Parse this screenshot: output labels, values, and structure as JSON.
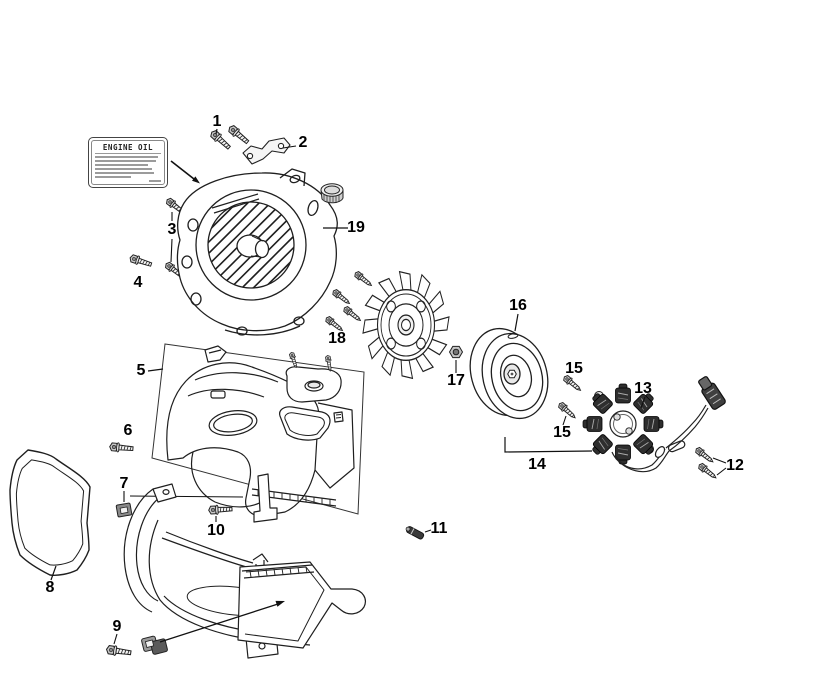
{
  "diagram_type": "exploded-parts-diagram",
  "oil_label": {
    "heading": "ENGINE OIL"
  },
  "callouts": [
    {
      "text": "1"
    },
    {
      "text": "2"
    },
    {
      "text": "3"
    },
    {
      "text": "4"
    },
    {
      "text": "5"
    },
    {
      "text": "6"
    },
    {
      "text": "7"
    },
    {
      "text": "8"
    },
    {
      "text": "9"
    },
    {
      "text": "10"
    },
    {
      "text": "11"
    },
    {
      "text": "12"
    },
    {
      "text": "13"
    },
    {
      "text": "14"
    },
    {
      "text": "15"
    },
    {
      "text": "15"
    },
    {
      "text": "16"
    },
    {
      "text": "17"
    },
    {
      "text": "18"
    },
    {
      "text": "19"
    }
  ],
  "colors": {
    "background": "#ffffff",
    "line": "#1f1f1f",
    "coil_dark": "#2e2e2e",
    "metal_light": "#c9c9c9"
  }
}
